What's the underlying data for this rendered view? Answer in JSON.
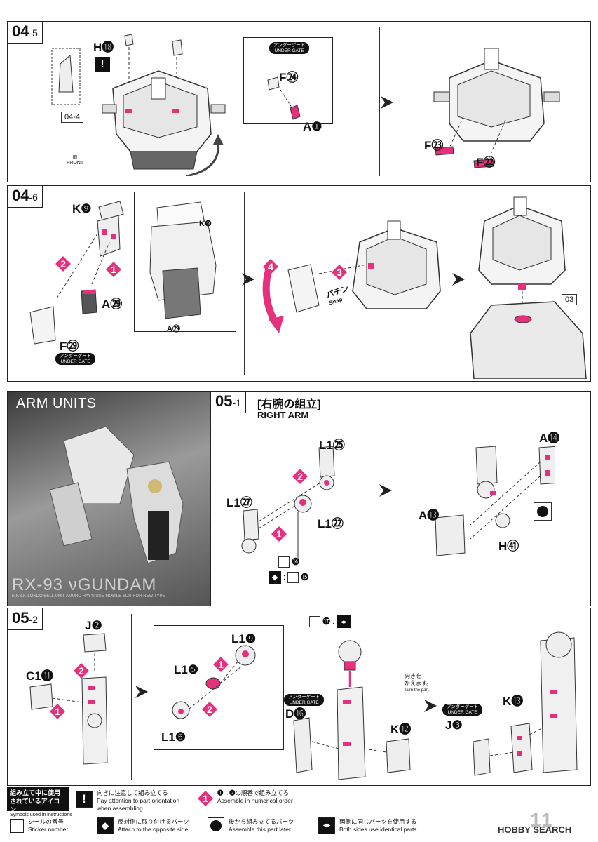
{
  "steps": {
    "s0405": {
      "main": "04",
      "sub": "-5"
    },
    "s0406": {
      "main": "04",
      "sub": "-6"
    },
    "s0501": {
      "main": "05",
      "sub": "-1"
    },
    "s0502": {
      "main": "05",
      "sub": "-2"
    }
  },
  "ref_labels": {
    "r0404": "04-4",
    "r03": "03"
  },
  "parts": {
    "H18": "H⓲",
    "F24": "F㉔",
    "A1": "A❶",
    "F23": "F㉓",
    "F22": "F㉒",
    "K9": "K❾",
    "K9_small": "K❾",
    "A29": "A㉙",
    "A29_small": "A㉙",
    "F29": "F㉙",
    "L125": "L1㉕",
    "L127": "L1㉗",
    "L122": "L1㉒",
    "A14": "A⓮",
    "A13": "A⓭",
    "H41": "H㊶",
    "J2": "J❷",
    "C111": "C1⓫",
    "L19": "L1❾",
    "L15": "L1❺",
    "L16": "L1❻",
    "D16": "D⓰",
    "K12": "K⓬",
    "K13": "K⓭",
    "J3": "J❸"
  },
  "gate": {
    "jp": "アンダーゲート",
    "en": "UNDER GATE"
  },
  "misc": {
    "front_jp": "前",
    "front_en": "FRONT",
    "snap_jp": "パチン",
    "snap_en": "Snap",
    "sticker14": "⓮",
    "sticker15": "⓯",
    "sticker17": "⓱",
    "turn_jp": "向きを\nかえます。",
    "turn_en": "Turn the part."
  },
  "section": {
    "arm_title": "ARM UNITS",
    "model_name": "RX-93 νGUNDAM",
    "model_sub": "E.F.S.F. LONDO BELL UNIT AMURO RAY'S USE MOBILE SUIT FOR NEW TYPE",
    "right_arm_jp": "[右腕の組立]",
    "right_arm_en": "RIGHT ARM"
  },
  "legend": {
    "title_jp": "組み立て中に使用されているアイコン",
    "title_en": "Symbols used in instructions",
    "item1_jp": "向きに注意して組み立てる",
    "item1_en": "Pay attention to part orientation when assembling.",
    "item2_jp": "❶→❷の順番で組み立てる",
    "item2_en": "Assemble in numerical order",
    "item3_jp": "シールの番号",
    "item3_en": "Sticker number",
    "item4_jp": "反対側に取り付けるパーツ",
    "item4_en": "Attach to the opposite side.",
    "item5_jp": "後から組み立てるパーツ",
    "item5_en": "Assemble this part later.",
    "item6_jp": "両側に同じパーツを使用する",
    "item6_en": "Both sides use identical parts."
  },
  "footer": {
    "page": "11",
    "watermark": "HOBBY SEARCH"
  },
  "colors": {
    "accent_pink": "#e6307c",
    "ink": "#111111"
  }
}
